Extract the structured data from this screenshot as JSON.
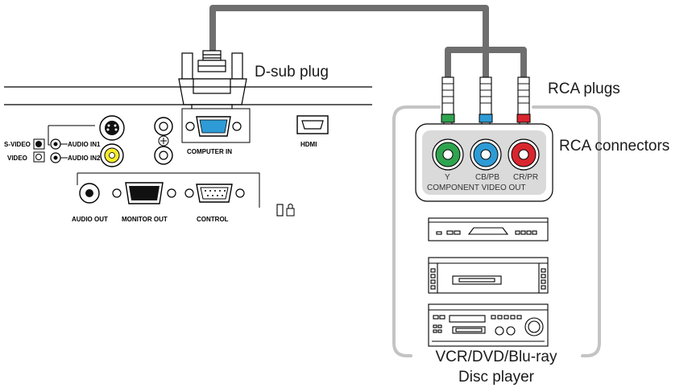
{
  "labels": {
    "dsub_plug": "D-sub plug",
    "rca_plugs": "RCA plugs",
    "rca_connectors": "RCA connectors",
    "device_line1": "VCR/DVD/Blu-ray",
    "device_line2": "Disc player"
  },
  "projector_ports": {
    "s_video": "S-VIDEO",
    "video": "VIDEO",
    "audio_in1": "AUDIO IN1",
    "audio_in2": "AUDIO IN2",
    "computer_in": "COMPUTER IN",
    "hdmi": "HDMI",
    "audio_out": "AUDIO OUT",
    "monitor_out": "MONITOR OUT",
    "control": "CONTROL"
  },
  "device_jacks": {
    "y": "Y",
    "cb_pb": "CB/PB",
    "cr_pr": "CR/PR",
    "component_video_out": "COMPONENT VIDEO OUT"
  },
  "colors": {
    "cable": "#6e6e6e",
    "bracket": "#c4c4c4",
    "green_jack": "#2fa44f",
    "blue_jack": "#2e9bd6",
    "red_jack": "#d9262e"
  }
}
